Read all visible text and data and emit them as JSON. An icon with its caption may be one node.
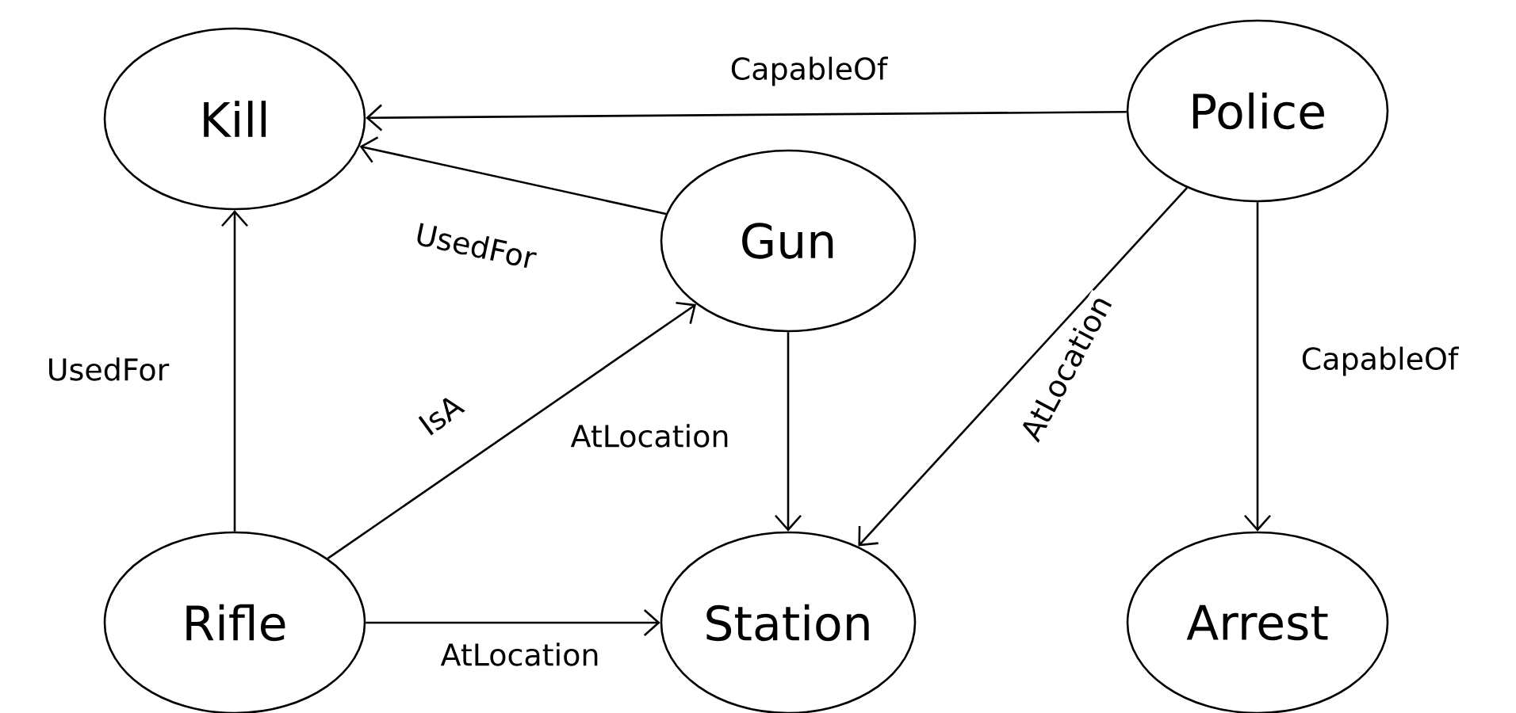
{
  "diagram": {
    "nodes": [
      {
        "text": [
          "Kill"
        ]
      },
      {
        "text": [
          "Police"
        ]
      },
      {
        "text": [
          "Gun"
        ]
      },
      {
        "text": [
          "Rifle"
        ]
      },
      {
        "text": [
          "Station"
        ]
      },
      {
        "text": [
          "Arrest"
        ]
      }
    ],
    "edges": [
      {
        "from": 1,
        "to": 0,
        "arrow": "to",
        "label": "CapableOf"
      },
      {
        "from": 2,
        "to": 0,
        "arrow": "to",
        "label": "UsedFor"
      },
      {
        "from": 3,
        "to": 0,
        "arrow": "to",
        "label": "UsedFor"
      },
      {
        "from": 3,
        "to": 2,
        "arrow": "to",
        "label": "IsA"
      },
      {
        "from": 2,
        "to": 4,
        "arrow": "to",
        "label": "AtLocation"
      },
      {
        "from": 1,
        "to": 4,
        "arrow": "to",
        "label": "AtLocation"
      },
      {
        "from": 1,
        "to": 5,
        "arrow": "to",
        "label": "CapableOf"
      },
      {
        "from": 3,
        "to": 4,
        "arrow": "to",
        "label": "AtLocation"
      }
    ]
  }
}
